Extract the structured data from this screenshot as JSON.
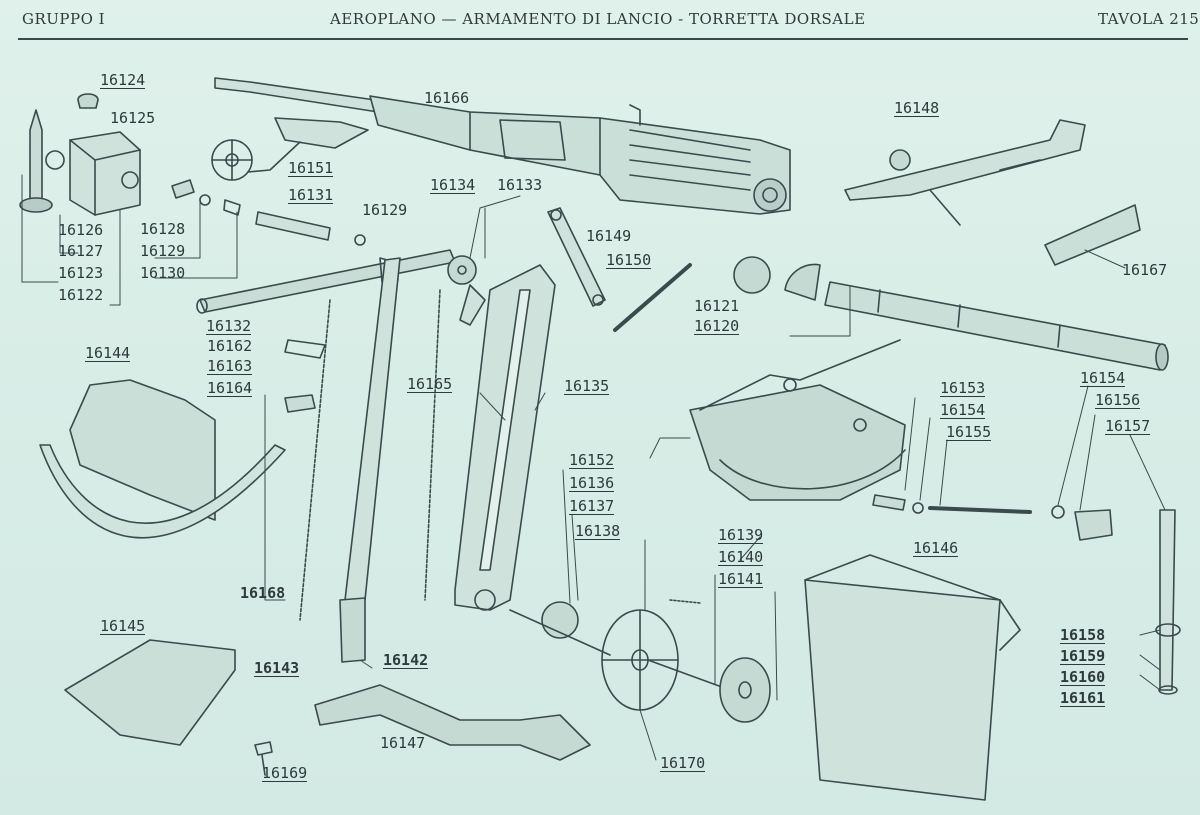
{
  "header": {
    "left": "GRUPPO I",
    "center": "AEROPLANO — ARMAMENTO DI LANCIO - TORRETTA DORSALE",
    "right": "TAVOLA 215"
  },
  "labels": {
    "l16124": "16124",
    "l16125": "16125",
    "l16126": "16126",
    "l16127": "16127",
    "l16123": "16123",
    "l16122": "16122",
    "l16128": "16128",
    "l16129a": "16129",
    "l16130": "16130",
    "l16131": "16131",
    "l16129b": "16129",
    "l16166": "16166",
    "l16151": "16151",
    "l16134": "16134",
    "l16133": "16133",
    "l16148": "16148",
    "l16167": "16167",
    "l16149": "16149",
    "l16150": "16150",
    "l16121": "16121",
    "l16120": "16120",
    "l16132": "16132",
    "l16162": "16162",
    "l16163": "16163",
    "l16164": "16164",
    "l16144": "16144",
    "l16165": "16165",
    "l16135": "16135",
    "l16153": "16153",
    "l16154a": "16154",
    "l16155": "16155",
    "l16154b": "16154",
    "l16156": "16156",
    "l16157": "16157",
    "l16152": "16152",
    "l16136": "16136",
    "l16137": "16137",
    "l16138": "16138",
    "l16139": "16139",
    "l16140": "16140",
    "l16141": "16141",
    "l16146": "16146",
    "l16168": "16168",
    "l16143": "16143",
    "l16142": "16142",
    "l16145": "16145",
    "l16147": "16147",
    "l16169": "16169",
    "l16170": "16170",
    "l16158": "16158",
    "l16159": "16159",
    "l16160": "16160",
    "l16161": "16161"
  }
}
